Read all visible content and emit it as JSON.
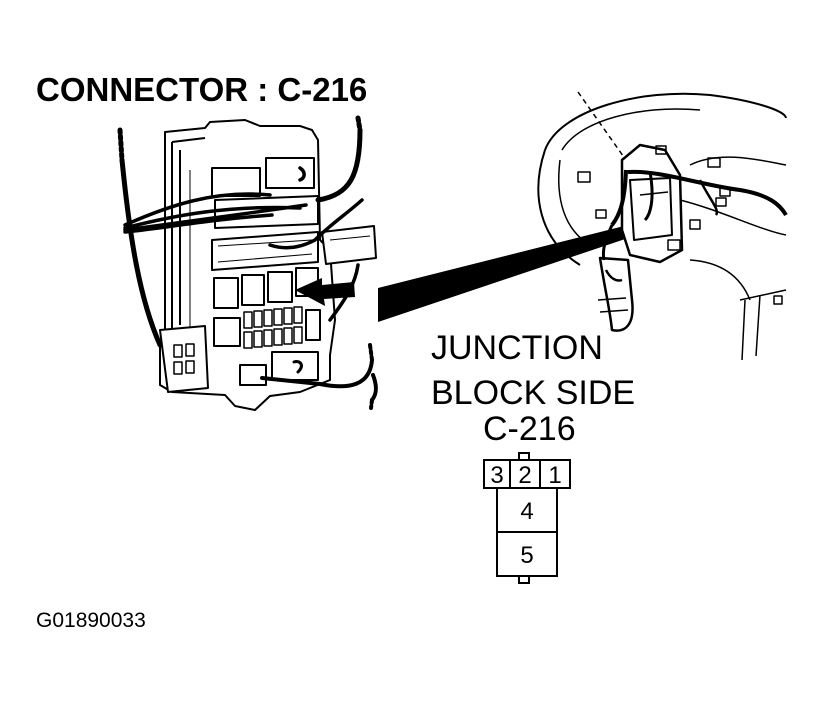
{
  "header": {
    "connector_title": "CONNECTOR : C-216"
  },
  "callout": {
    "line1": "JUNCTION",
    "line2": "BLOCK SIDE",
    "line3": "C-216"
  },
  "connector_pins": {
    "p1": "1",
    "p2": "2",
    "p3": "3",
    "p4": "4",
    "p5": "5"
  },
  "footer": {
    "figure_code": "G01890033"
  }
}
